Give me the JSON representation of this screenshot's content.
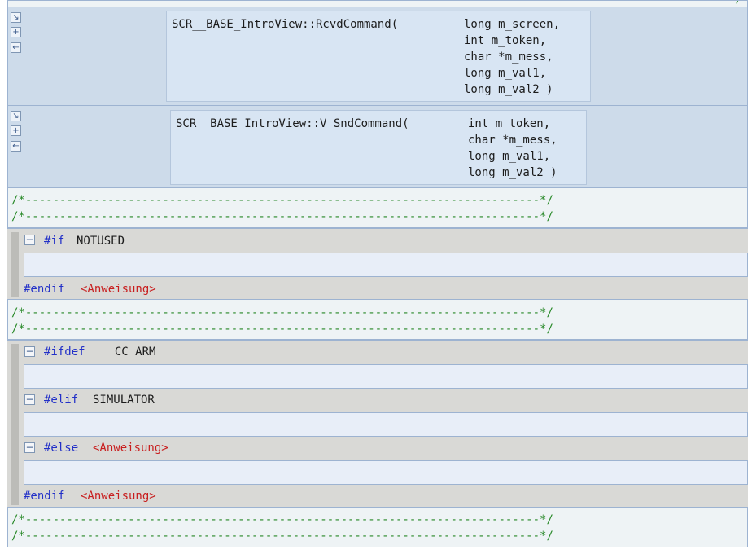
{
  "top_comment_tail": "/",
  "functions": [
    {
      "name": "SCR__BASE_IntroView::RcvdCommand(",
      "params": [
        "long m_screen,",
        "int m_token,",
        "char *m_mess,",
        "long m_val1,",
        "long m_val2 )"
      ]
    },
    {
      "name": "SCR__BASE_IntroView::V_SndCommand(",
      "params": [
        "int m_token,",
        "char *m_mess,",
        "long m_val1,",
        "long m_val2 )"
      ]
    }
  ],
  "icons": [
    "expand-icon",
    "add-icon",
    "back-icon"
  ],
  "comment_line": "/*---------------------------------------------------------------------------*/",
  "preprocessor": {
    "block1": {
      "if_keyword": "#if",
      "if_condition": "NOTUSED",
      "endif_keyword": "#endif",
      "endif_statement": "<Anweisung>"
    },
    "block2": {
      "ifdef_keyword": "#ifdef",
      "ifdef_condition": "__CC_ARM",
      "elif_keyword": "#elif",
      "elif_condition": "SIMULATOR",
      "else_keyword": "#else",
      "else_statement": "<Anweisung>",
      "endif_keyword": "#endif",
      "endif_statement": "<Anweisung>"
    }
  },
  "colors": {
    "keyword": "#2230c8",
    "statement": "#c81e1e",
    "comment": "#2a8a2a",
    "function_bg": "#cddbea",
    "preprocessor_bg": "#d9d9d6"
  }
}
